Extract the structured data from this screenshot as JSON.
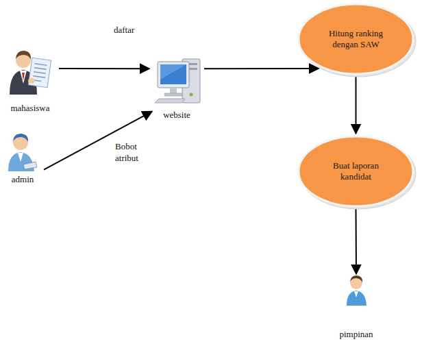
{
  "diagram": {
    "nodes": [
      {
        "text": [
          "mahasiswa"
        ]
      },
      {
        "text": [
          "website"
        ]
      },
      {
        "text": [
          "Hitung ranking dengan SAW"
        ]
      },
      {
        "text": [
          "admin"
        ]
      },
      {
        "text": [
          "Buat laporan kandidat"
        ]
      },
      {
        "text": [
          "pimpinan"
        ]
      }
    ],
    "edges": [
      {
        "from": 0,
        "to": 1,
        "label": "daftar",
        "arrow": "to"
      },
      {
        "from": 3,
        "to": 1,
        "label": "Bobot atribut",
        "arrow": "to"
      },
      {
        "from": 1,
        "to": 2,
        "arrow": "to"
      },
      {
        "from": 2,
        "to": 4,
        "arrow": "to"
      },
      {
        "from": 4,
        "to": 5,
        "arrow": "to"
      }
    ]
  }
}
